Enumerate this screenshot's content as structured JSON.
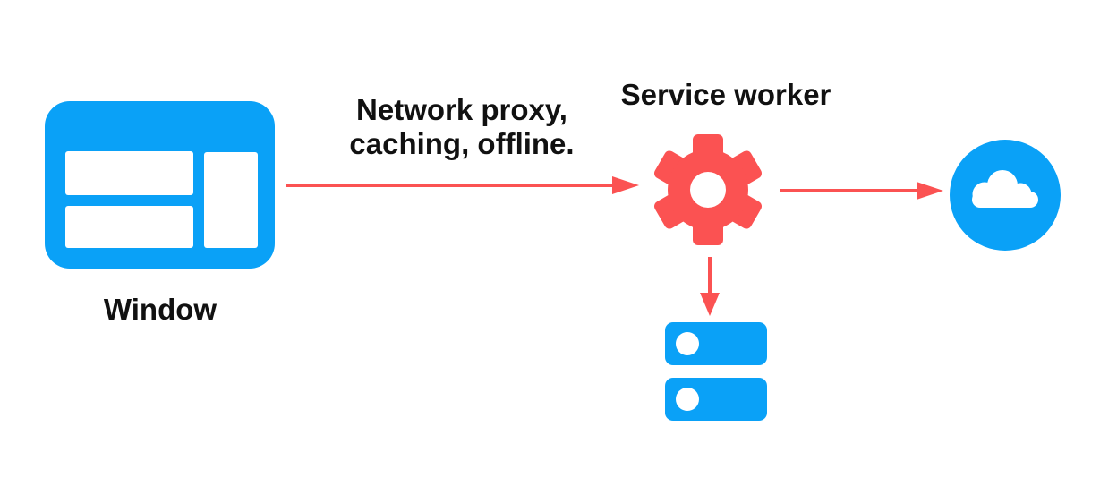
{
  "colors": {
    "blue": "#0aa1f7",
    "red": "#fb5252",
    "white": "#ffffff",
    "text": "#111111",
    "background": "#ffffff"
  },
  "nodes": {
    "window": {
      "label": "Window",
      "icon": "browser-window-icon"
    },
    "service_worker": {
      "label": "Service worker",
      "icon": "gear-icon"
    },
    "network": {
      "icon": "cloud-icon"
    },
    "storage": {
      "icon": "database-icon"
    }
  },
  "edges": {
    "window_to_service_worker": {
      "label_line1": "Network proxy,",
      "label_line2": "caching, offline."
    }
  }
}
